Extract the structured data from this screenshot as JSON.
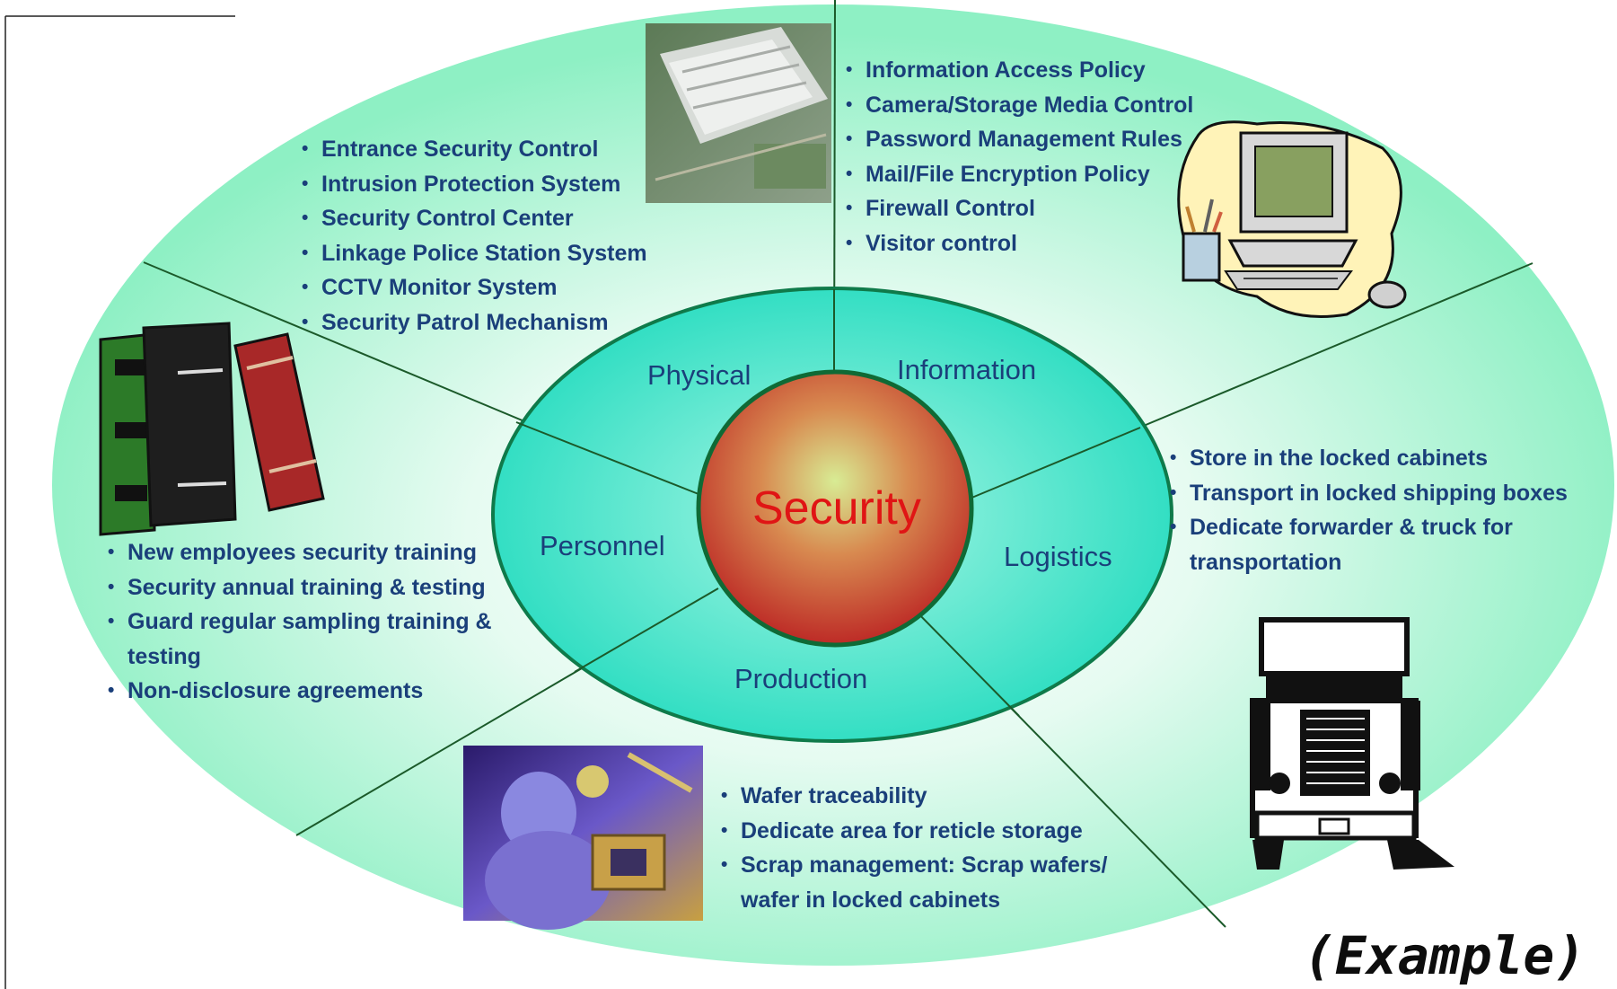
{
  "center": {
    "label": "Security"
  },
  "segments": {
    "physical": "Physical",
    "information": "Information",
    "personnel": "Personnel",
    "logistics": "Logistics",
    "production": "Production"
  },
  "physical_items": [
    "Entrance Security Control",
    "Intrusion Protection System",
    "Security Control Center",
    "Linkage Police Station System",
    "CCTV Monitor System",
    "Security Patrol Mechanism"
  ],
  "information_items": [
    "Information Access Policy",
    "Camera/Storage Media Control",
    "Password Management Rules",
    "Mail/File Encryption Policy",
    "Firewall Control",
    "Visitor control"
  ],
  "personnel_items": [
    "New employees security training",
    "Security annual training & testing",
    "Guard regular sampling training & testing",
    "Non-disclosure agreements"
  ],
  "logistics_items": [
    "Store in the locked cabinets",
    "Transport in locked shipping boxes",
    "Dedicate forwarder & truck for transportation"
  ],
  "production_items": [
    "Wafer traceability",
    "Dedicate area for reticle storage",
    "Scrap management: Scrap wafers/ wafer in locked cabinets"
  ],
  "footer": {
    "note": "(Example)"
  },
  "colors": {
    "outer_fill_center": "#ffffff",
    "outer_fill_edge": "#90f2c8",
    "ring_fill": "#33e6c6",
    "ring_stroke": "#0f7a4a",
    "core_fill_center": "#d7e88a",
    "core_fill_edge": "#c8322a",
    "core_stroke": "#0f6a35",
    "text": "#1a3f7a",
    "center_text": "#e01515"
  },
  "icons": [
    "factory-building-photo",
    "computer-icon",
    "books-icon",
    "truck-icon",
    "cleanroom-worker-photo"
  ]
}
